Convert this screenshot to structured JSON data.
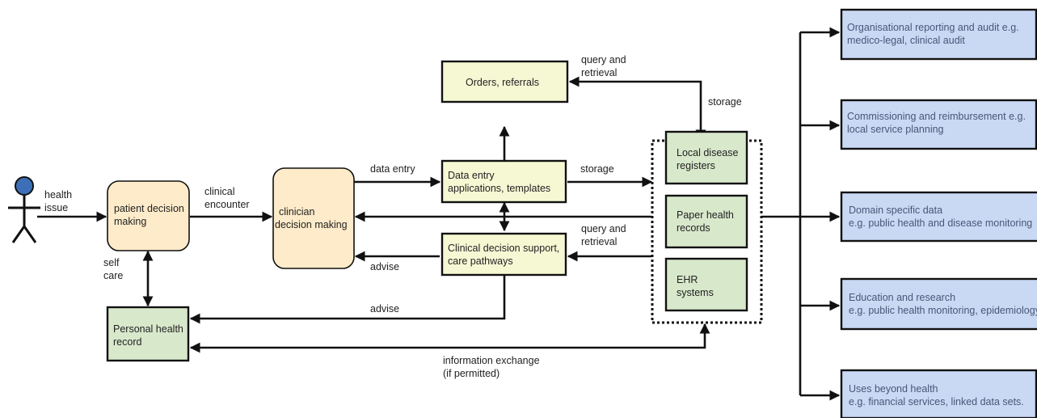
{
  "actor": {
    "icon": "person-icon",
    "color": "#3d6fb8"
  },
  "labels": {
    "health_issue": [
      "health",
      "issue"
    ],
    "clinical_encounter": [
      "clinical",
      "encounter"
    ],
    "self_care": [
      "self",
      "care"
    ],
    "data_entry": "data entry",
    "storage_top": "storage",
    "storage_mid": "storage",
    "query_retrieval_top": [
      "query and",
      "retrieval"
    ],
    "query_retrieval_mid": [
      "query and",
      "retrieval"
    ],
    "advise_mid": "advise",
    "advise_low": "advise",
    "info_exchange": [
      "information exchange",
      "(if permitted)"
    ]
  },
  "boxes": {
    "patient_decision": [
      "patient decision",
      "making"
    ],
    "clinician_decision": [
      "clinician",
      "decision making"
    ],
    "orders": [
      "Orders, referrals"
    ],
    "data_entry_apps": [
      "Data entry",
      "applications, templates"
    ],
    "clinical_support": [
      "Clinical decision support,",
      "care pathways"
    ],
    "personal_record": [
      "Personal health",
      "record"
    ],
    "local_registers": [
      "Local disease",
      "registers"
    ],
    "paper_records": [
      "Paper health",
      "records"
    ],
    "ehr_systems": [
      "EHR",
      "systems"
    ]
  },
  "outputs": [
    [
      "Organisational reporting and audit e.g.",
      "medico-legal, clinical audit"
    ],
    [
      "Commissioning and reimbursement e.g.",
      "local service planning"
    ],
    [
      "Domain specific data",
      "e.g. public health and disease monitoring"
    ],
    [
      "Education and research",
      "e.g. public health monitoring, epidemiology"
    ],
    [
      "Uses beyond health",
      "e.g. financial services, linked data sets."
    ]
  ],
  "colors": {
    "yellow_box": "#f6f8d4",
    "orange_box": "#fdebc9",
    "green_box": "#d8e8cb",
    "blue_box": "#c9d9f4",
    "blue_box_text": "#4a5577"
  }
}
